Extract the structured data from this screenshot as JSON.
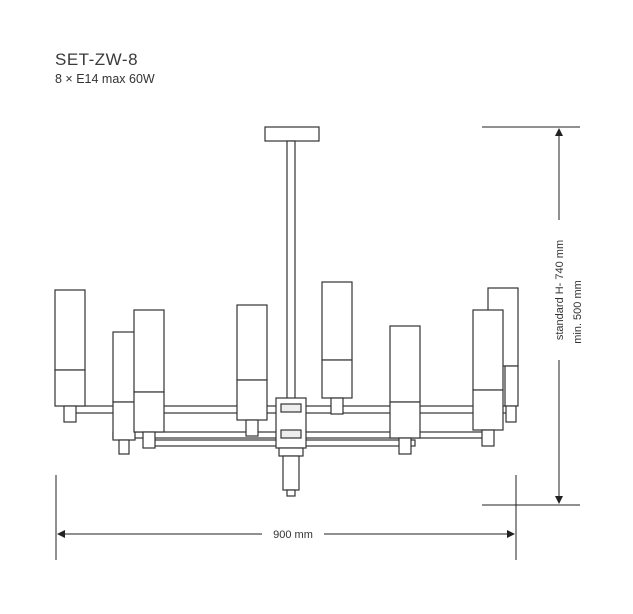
{
  "product": {
    "model": "SET-ZW-8",
    "spec": "8 × E14 max 60W"
  },
  "dimensions": {
    "width_label": "900 mm",
    "height_standard_label": "standard H- 740 mm",
    "height_min_label": "min. 500 mm"
  }
}
